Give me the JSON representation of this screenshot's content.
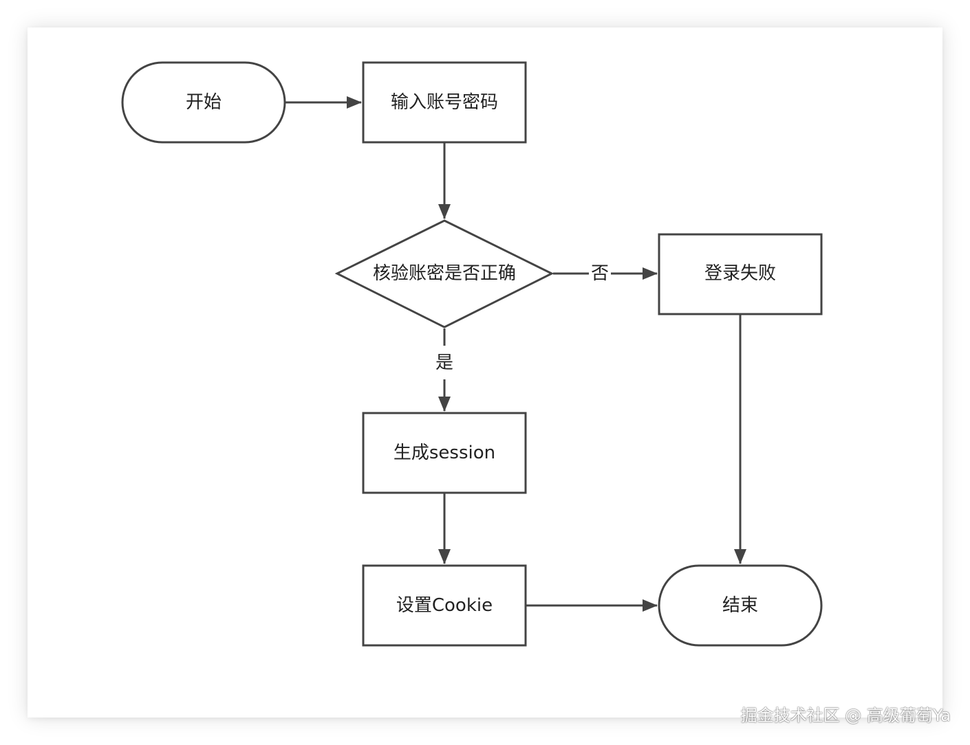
{
  "nodes": {
    "start": "开始",
    "input": "输入账号密码",
    "verify": "核验账密是否正确",
    "fail": "登录失败",
    "session": "生成session",
    "cookie": "设置Cookie",
    "end": "结束"
  },
  "edges": {
    "no_label": "否",
    "yes_label": "是"
  },
  "watermark": "掘金技术社区 @ 高级葡萄Ya",
  "colors": {
    "stroke": "#444444",
    "text": "#222222"
  }
}
